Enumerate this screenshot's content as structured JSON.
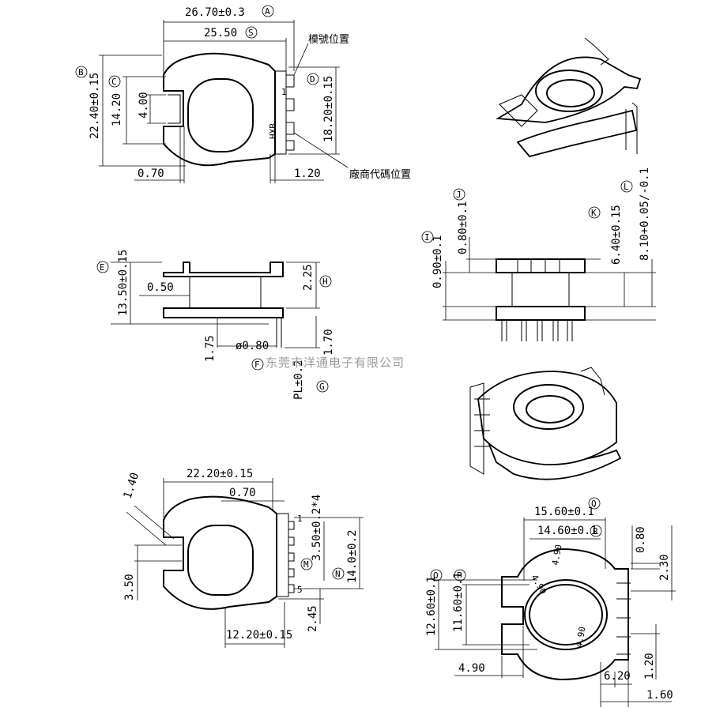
{
  "watermark": "东莞市洋通电子有限公司",
  "notes": {
    "model_position": "模號位置",
    "maker_code_position": "廠商代碼位置",
    "brand_mark": "HXB"
  },
  "pin_numbers": [
    "1",
    "5"
  ],
  "dimensions": {
    "A": "26.70±0.3",
    "S": "25.50",
    "B": "22.40±0.15",
    "C": "14.20",
    "C_sub": "4.00",
    "D": "18.20±0.15",
    "left_gap": "0.70",
    "right_gap": "1.20",
    "E": "13.50±0.15",
    "E_sub": "0.50",
    "H": "2.25",
    "pin_height": "1.75",
    "F": "ø0.80",
    "F_sub": "1.70",
    "G": "PL±0.2",
    "J": "0.80±0.1",
    "I": "0.90±0.1",
    "K": "6.40±0.15",
    "L": "8.10+0.05/-0.1",
    "angle": "1.40",
    "top_width": "22.20±0.15",
    "top_gap": "0.70",
    "M": "3.50±0.2*4",
    "N": "14.0±0.2",
    "notch": "3.50",
    "bottom_width": "12.20±0.15",
    "bottom_gap": "2.45",
    "Q": "15.60±0.1",
    "R": "14.60±0.1",
    "O": "12.60±0.1",
    "P": "11.60±0.1",
    "pin_w": "0.80",
    "pin_pitch": "2.30",
    "wall": "4.90",
    "wall_a": "4.90",
    "wall_b": "4.90",
    "wall_c": "4.90",
    "pin_len": "6.20",
    "pin_s": "1.20",
    "pin_t": "1.60"
  },
  "circle_labels": {
    "A": "A",
    "B": "B",
    "C": "C",
    "D": "D",
    "E": "E",
    "F": "F",
    "G": "G",
    "H": "H",
    "I": "I",
    "J": "J",
    "K": "K",
    "L": "L",
    "M": "M",
    "N": "N",
    "O": "O",
    "P": "P",
    "Q": "Q",
    "R": "R",
    "S": "S"
  }
}
